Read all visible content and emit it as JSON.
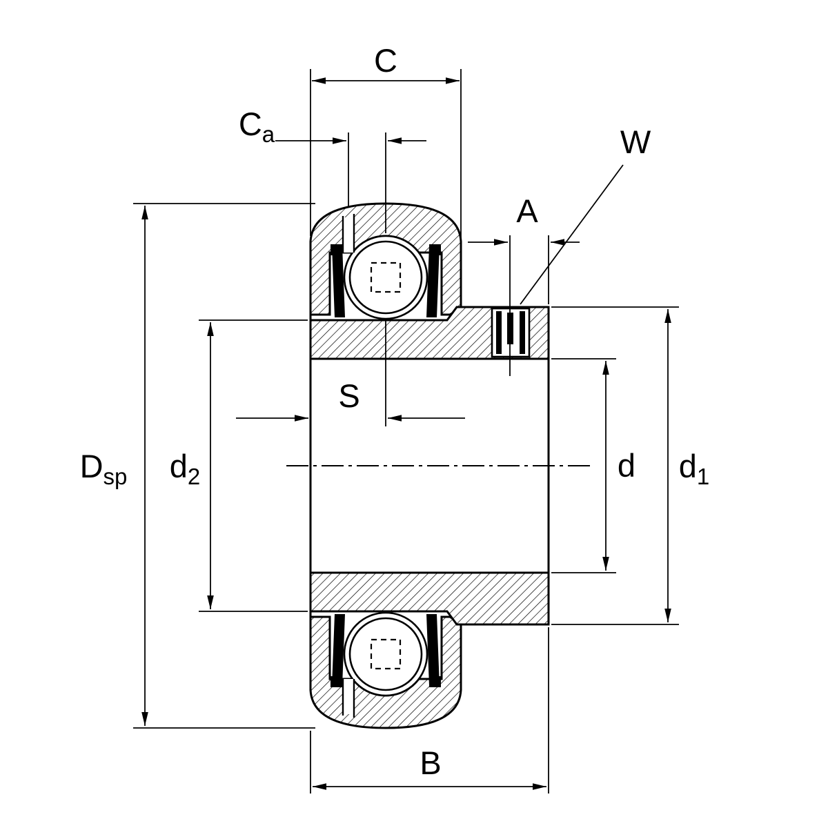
{
  "diagram": {
    "title": "bearing-cross-section-dimension-drawing",
    "labels": {
      "c": {
        "main": "C",
        "sub": ""
      },
      "ca": {
        "main": "C",
        "sub": "a"
      },
      "w": {
        "main": "W",
        "sub": ""
      },
      "a": {
        "main": "A",
        "sub": ""
      },
      "s": {
        "main": "S",
        "sub": ""
      },
      "dsp": {
        "main": "D",
        "sub": "sp"
      },
      "d2": {
        "main": "d",
        "sub": "2"
      },
      "d": {
        "main": "d",
        "sub": ""
      },
      "d1": {
        "main": "d",
        "sub": "1"
      },
      "b": {
        "main": "B",
        "sub": ""
      }
    },
    "colors": {
      "line": "#000000",
      "background": "#ffffff"
    }
  }
}
